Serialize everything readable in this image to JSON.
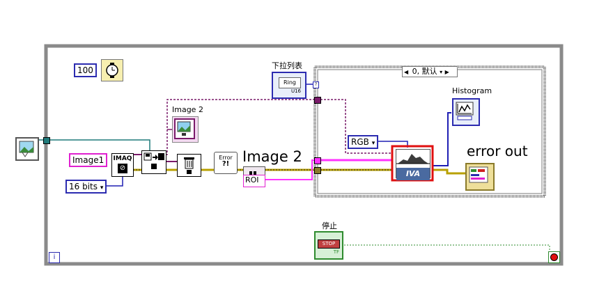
{
  "constants": {
    "wait_ms": "100",
    "image_name": "Image1",
    "image_type": "16 bits",
    "color_mode": "RGB",
    "case_selector": "0, 默认"
  },
  "labels": {
    "image2_ref": "Image 2",
    "image2_big": "Image 2",
    "dropdown": "下拉列表",
    "histogram": "Histogram",
    "error_out": "error out",
    "stop": "停止",
    "iteration": "i"
  },
  "icons": {
    "imaq_text": "IMAQ",
    "ring_text": "Ring",
    "ring_type": "U16",
    "roi_text": "ROI",
    "error_text": "Error",
    "stop_text": "STOP",
    "stop_type": "TF",
    "iva_text": "IVA"
  },
  "colors": {
    "loop_border": "#8a8a8a",
    "image_wire": "#7a1a6a",
    "error_wire": "#b8a000",
    "roi_wire": "#ff33ff",
    "numeric_wire": "#1f1fb4",
    "highlight": "#e01010",
    "stop_green": "#2e8b2e"
  }
}
